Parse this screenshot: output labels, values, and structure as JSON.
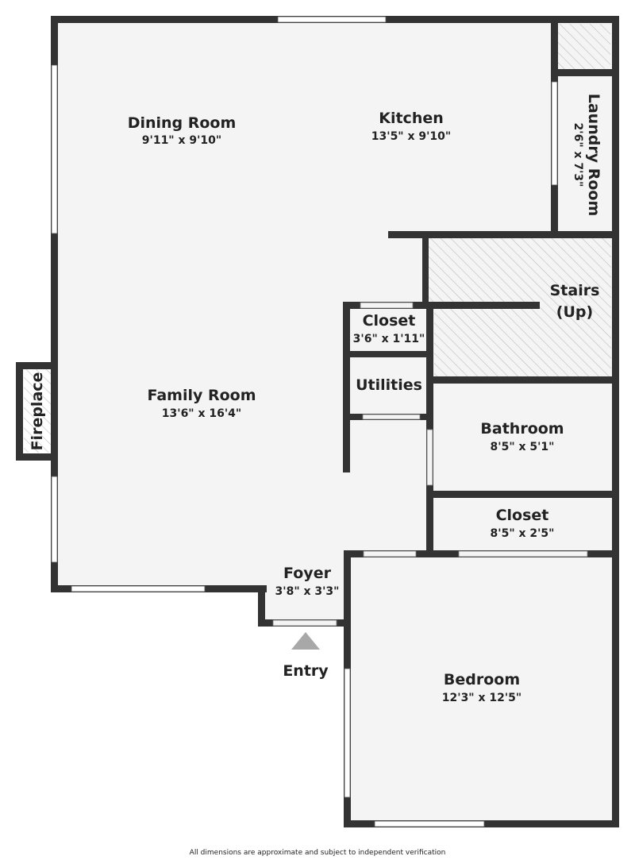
{
  "rooms": {
    "dining_room": {
      "name": "Dining Room",
      "dim": "9'11\" x 9'10\""
    },
    "kitchen": {
      "name": "Kitchen",
      "dim": "13'5\" x 9'10\""
    },
    "laundry_room": {
      "name": "Laundry Room",
      "dim": "2'6\" x 7'3\""
    },
    "stairs": {
      "name_line1": "Stairs",
      "name_line2": "(Up)"
    },
    "closet_upper": {
      "name": "Closet",
      "dim": "3'6\" x 1'11\""
    },
    "utilities": {
      "name": "Utilities"
    },
    "family_room": {
      "name": "Family Room",
      "dim": "13'6\" x 16'4\""
    },
    "bathroom": {
      "name": "Bathroom",
      "dim": "8'5\" x 5'1\""
    },
    "closet_lower": {
      "name": "Closet",
      "dim": "8'5\" x 2'5\""
    },
    "foyer": {
      "name": "Foyer",
      "dim": "3'8\" x 3'3\""
    },
    "bedroom": {
      "name": "Bedroom",
      "dim": "12'3\" x 12'5\""
    },
    "fireplace": {
      "name": "Fireplace"
    }
  },
  "entry_label": "Entry",
  "footer_note": "All dimensions are approximate and subject to independent verification",
  "colors": {
    "wall": "#333333",
    "floor": "#f4f4f4",
    "hatch": "#bbbbbb",
    "text": "#222222",
    "entry_arrow": "#a8a8a8"
  }
}
